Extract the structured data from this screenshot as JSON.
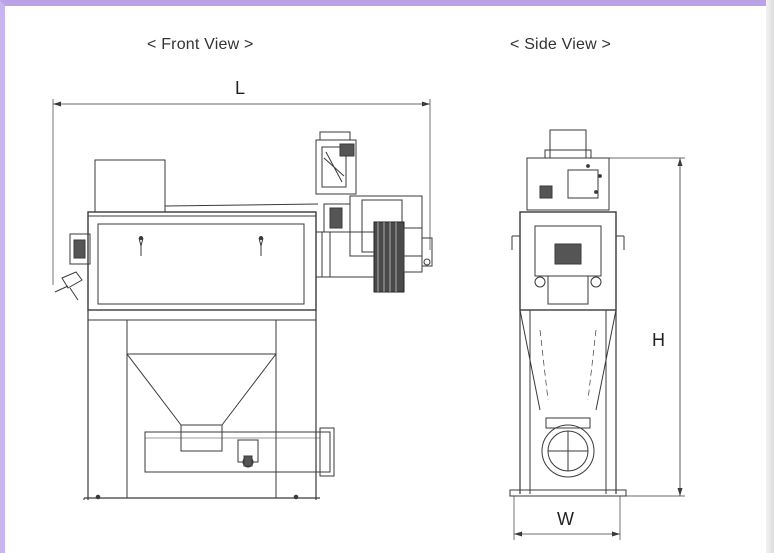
{
  "views": {
    "front_title": "< Front View >",
    "side_title": "< Side View >"
  },
  "dimensions": {
    "length": "L",
    "height": "H",
    "width": "W"
  },
  "colors": {
    "line": "#3a3a3a",
    "dark_fill": "#555555",
    "frame_accent": "#b9a2e6"
  }
}
